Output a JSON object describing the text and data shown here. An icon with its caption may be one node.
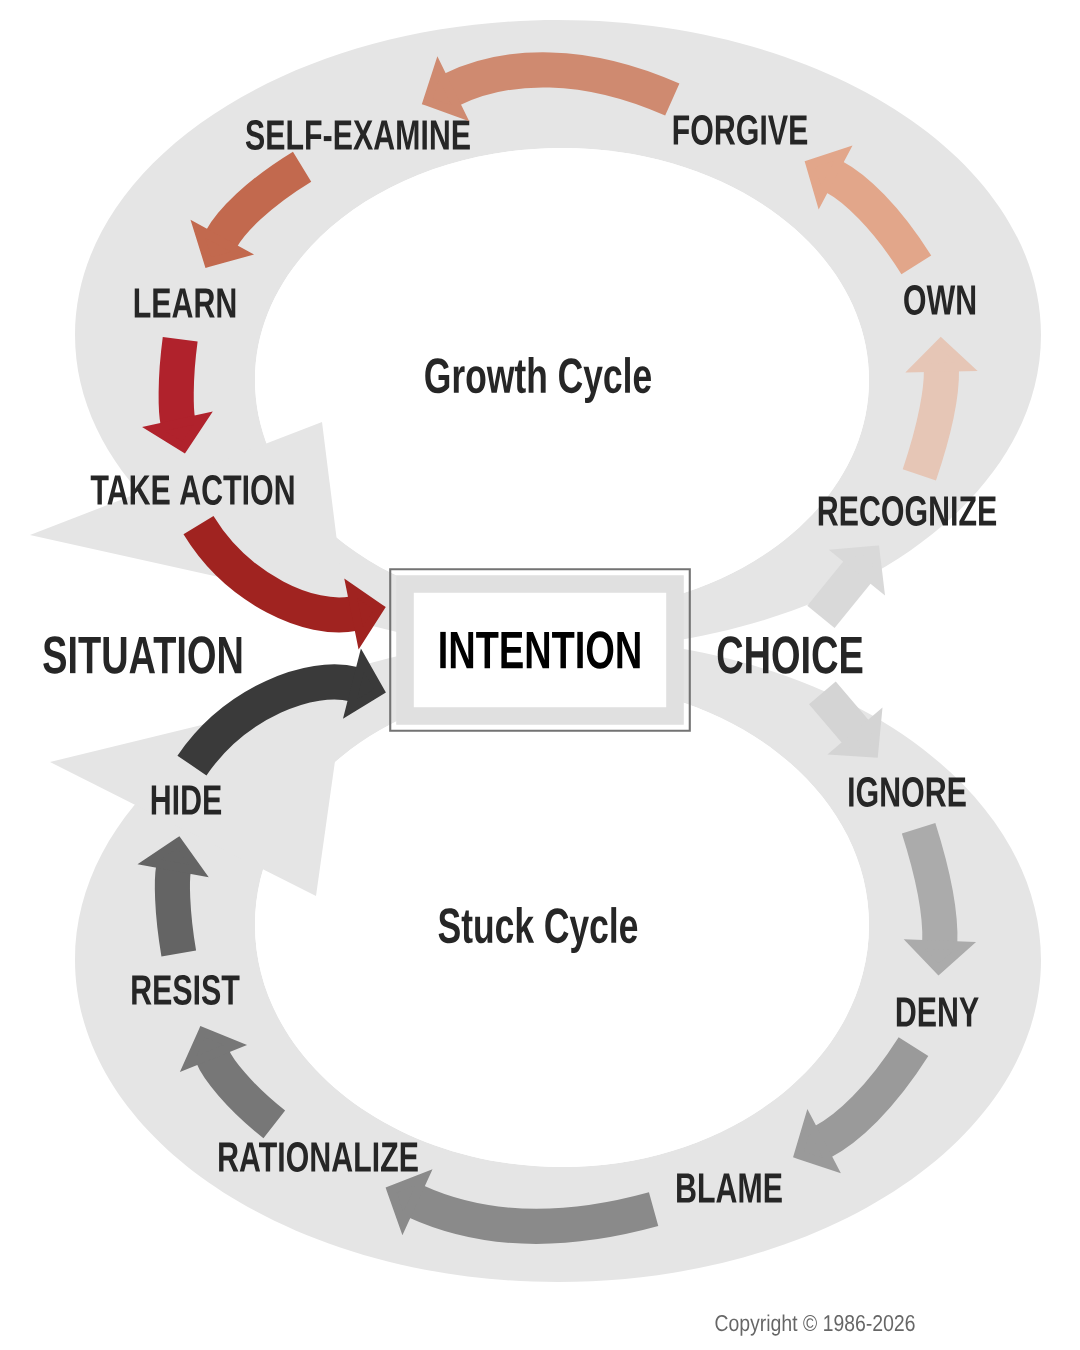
{
  "diagram": {
    "nodes": [
      {
        "text": [
          "SITUATION"
        ]
      },
      {
        "text": [
          "INTENTION"
        ]
      },
      {
        "text": [
          "CHOICE"
        ]
      },
      {
        "text": [
          "RECOGNIZE"
        ]
      },
      {
        "text": [
          "OWN"
        ]
      },
      {
        "text": [
          "FORGIVE"
        ]
      },
      {
        "text": [
          "SELF-EXAMINE"
        ]
      },
      {
        "text": [
          "LEARN"
        ]
      },
      {
        "text": [
          "TAKE ACTION"
        ]
      },
      {
        "text": [
          "IGNORE"
        ]
      },
      {
        "text": [
          "DENY"
        ]
      },
      {
        "text": [
          "BLAME"
        ]
      },
      {
        "text": [
          "RATIONALIZE"
        ]
      },
      {
        "text": [
          "RESIST"
        ]
      },
      {
        "text": [
          "HIDE"
        ]
      }
    ],
    "edges": [
      {
        "from": 2,
        "to": 3,
        "arrow": "to",
        "color": "#d9d9d9"
      },
      {
        "from": 3,
        "to": 4,
        "arrow": "to",
        "color": "#e6c6b6"
      },
      {
        "from": 4,
        "to": 5,
        "arrow": "to",
        "color": "#e2a68a"
      },
      {
        "from": 5,
        "to": 6,
        "arrow": "to",
        "color": "#cf8a70"
      },
      {
        "from": 6,
        "to": 7,
        "arrow": "to",
        "color": "#c2694e"
      },
      {
        "from": 7,
        "to": 8,
        "arrow": "to",
        "color": "#b0222c"
      },
      {
        "from": 8,
        "to": 1,
        "arrow": "to",
        "color": "#a02320"
      },
      {
        "from": 2,
        "to": 9,
        "arrow": "to",
        "color": "#d4d4d4"
      },
      {
        "from": 9,
        "to": 10,
        "arrow": "to",
        "color": "#ababab"
      },
      {
        "from": 10,
        "to": 11,
        "arrow": "to",
        "color": "#9a9a9a"
      },
      {
        "from": 11,
        "to": 12,
        "arrow": "to",
        "color": "#8a8a8a"
      },
      {
        "from": 12,
        "to": 13,
        "arrow": "to",
        "color": "#777777"
      },
      {
        "from": 13,
        "to": 14,
        "arrow": "to",
        "color": "#646464"
      },
      {
        "from": 14,
        "to": 1,
        "arrow": "to",
        "color": "#3a3a3a"
      }
    ],
    "labels": [
      "Growth Cycle",
      "Stuck Cycle",
      "Copyright © 1986-2026"
    ]
  }
}
